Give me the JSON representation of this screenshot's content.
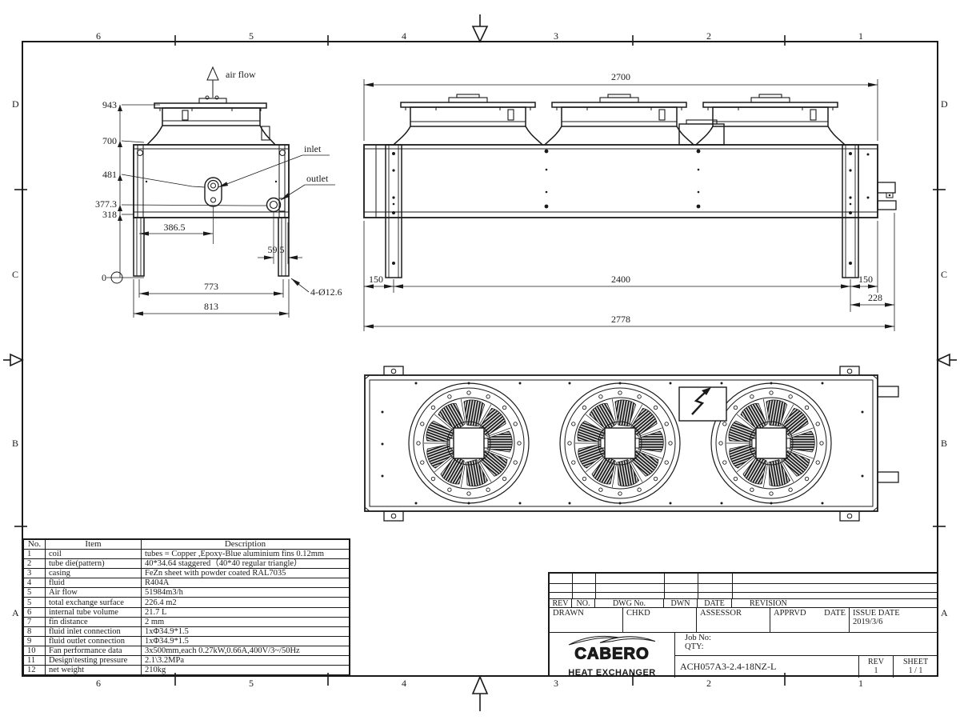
{
  "zones": {
    "top": [
      "6",
      "5",
      "4",
      "3",
      "2",
      "1"
    ],
    "bottom": [
      "6",
      "5",
      "4",
      "3",
      "2",
      "1"
    ],
    "left": [
      "D",
      "C",
      "B",
      "A"
    ],
    "right": [
      "D",
      "C",
      "B",
      "A"
    ]
  },
  "front_view": {
    "air_flow": "air flow",
    "inlet": "inlet",
    "outlet": "outlet",
    "dim_943": "943",
    "dim_700": "700",
    "dim_481": "481",
    "dim_377": "377.3",
    "dim_318": "318",
    "dim_0": "0",
    "dim_386": "386.5",
    "dim_59": "59.5",
    "dim_773": "773",
    "dim_813": "813",
    "holes_label": "4-Ø12.6"
  },
  "side_view": {
    "dim_2700": "2700",
    "dim_150_l": "150",
    "dim_2400": "2400",
    "dim_150_r": "150",
    "dim_228": "228",
    "dim_2778": "2778"
  },
  "parts_table": {
    "headers": [
      "No.",
      "Item",
      "Description"
    ],
    "rows": [
      [
        "1",
        "coil",
        "tubes = Copper ,Epoxy-Blue aluminium fins 0.12mm"
      ],
      [
        "2",
        "tube die(pattern)",
        "40*34.64 staggered（40*40 regular triangle）"
      ],
      [
        "3",
        "casing",
        "FeZn sheet with powder coated RAL7035"
      ],
      [
        "4",
        "fluid",
        "R404A"
      ],
      [
        "5",
        "Air flow",
        "51984m3/h"
      ],
      [
        "5",
        "total exchange surface",
        "226.4 m2"
      ],
      [
        "6",
        "internal tube volume",
        "21.7 L"
      ],
      [
        "7",
        "fin distance",
        "2 mm"
      ],
      [
        "8",
        "fluid inlet connection",
        "1xΦ34.9*1.5"
      ],
      [
        "9",
        "fluid outlet connection",
        "1xΦ34.9*1.5"
      ],
      [
        "10",
        "Fan performance data",
        "3x500mm,each 0.27kW,0.66A,400V/3~/50Hz"
      ],
      [
        "11",
        "Design\\testing pressure",
        "2.1\\3.2MPa"
      ],
      [
        "12",
        "net weight",
        "210kg"
      ]
    ]
  },
  "title_block": {
    "rev_header": {
      "rev": "REV",
      "no": "NO.",
      "dwg_no": "DWG No.",
      "dwn": "DWN",
      "date": "DATE",
      "revision": "REVISION"
    },
    "sign_row": {
      "drawn": "DRAWN",
      "chkd": "CHKD",
      "assessor": "ASSESSOR",
      "apprvd": "APPRVD",
      "date": "DATE",
      "issue_date": "ISSUE DATE",
      "issue_date_value": "2019/3/6"
    },
    "logo": {
      "brand": "CABERO",
      "tagline": "HEAT EXCHANGER"
    },
    "job_no_label": "Job No:",
    "qty_label": "QTY:",
    "dwg_number": "ACH057A3-2.4-18NZ-L",
    "rev_label": "REV",
    "rev_value": "1",
    "sheet_label": "SHEET",
    "sheet_value": "1 / 1"
  }
}
